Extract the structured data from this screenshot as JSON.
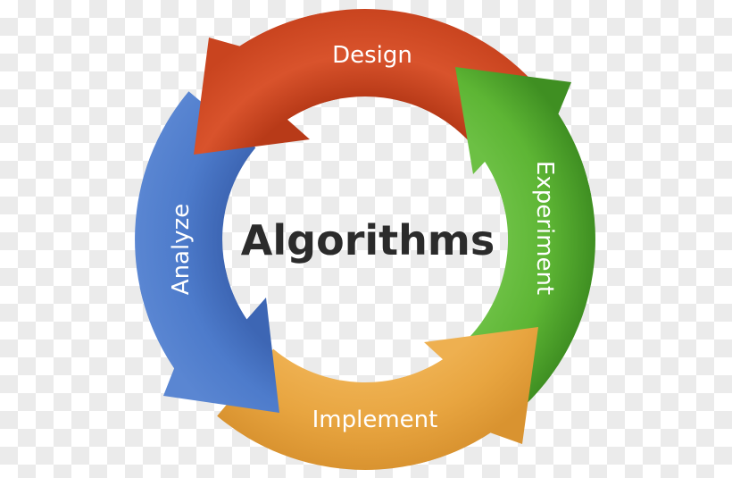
{
  "diagram": {
    "type": "cycle",
    "title": "Algorithms",
    "direction": "counter-clockwise",
    "stages": [
      {
        "id": "design",
        "label": "Design",
        "color": "#d24a23",
        "position": "top"
      },
      {
        "id": "analyze",
        "label": "Analyze",
        "color": "#4a78c8",
        "position": "left"
      },
      {
        "id": "implement",
        "label": "Implement",
        "color": "#e8a540",
        "position": "bottom"
      },
      {
        "id": "experiment",
        "label": "Experiment",
        "color": "#5fb536",
        "position": "right"
      }
    ],
    "flow": [
      "Design",
      "Analyze",
      "Implement",
      "Experiment",
      "Design"
    ]
  },
  "background": "transparent-checkerboard"
}
